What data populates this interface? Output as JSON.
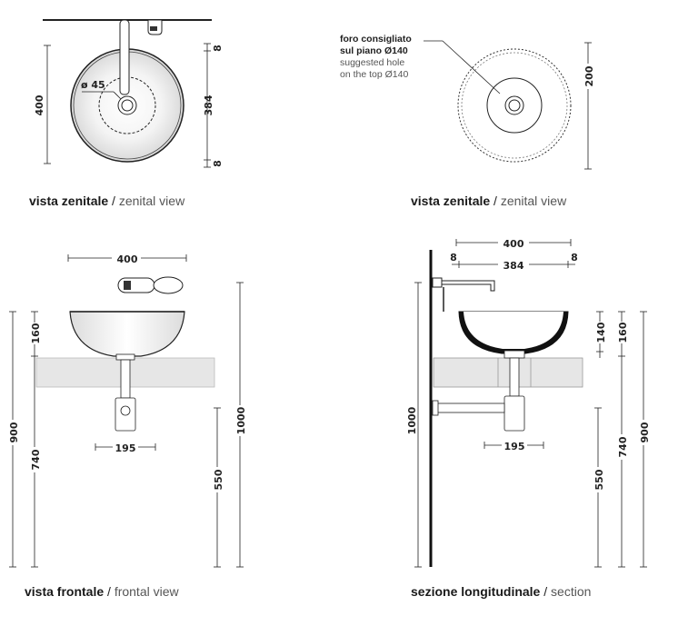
{
  "views": {
    "top_left": {
      "caption_it": "vista zenitale",
      "caption_sep": " / ",
      "caption_en": "zenital view",
      "dim_hole": "ø 45",
      "dim_width": "400",
      "dim_inner": "384",
      "dim_rim_top": "8",
      "dim_rim_bottom": "8"
    },
    "top_right": {
      "caption_it": "vista zenitale",
      "caption_sep": " / ",
      "caption_en": "zenital view",
      "note_it_1": "foro consigliato",
      "note_it_2": "sul piano Ø140",
      "note_en_1": "suggested hole",
      "note_en_2": "on the top Ø140",
      "dim_diameter": "200"
    },
    "front": {
      "caption_it": "vista frontale",
      "caption_sep": " / ",
      "caption_en": "frontal view",
      "dim_width": "400",
      "dim_trap": "195",
      "dim_bowl_height": "160",
      "dim_total_900": "900",
      "dim_counter_740": "740",
      "dim_tap_1000": "1000",
      "dim_trap_550": "550"
    },
    "section": {
      "caption_it": "sezione longitudinale",
      "caption_sep": " / ",
      "caption_en": "section",
      "dim_width": "400",
      "dim_inner": "384",
      "dim_rim_left": "8",
      "dim_rim_right": "8",
      "dim_trap": "195",
      "dim_140": "140",
      "dim_160": "160",
      "dim_1000": "1000",
      "dim_900": "900",
      "dim_740": "740",
      "dim_550": "550"
    }
  }
}
